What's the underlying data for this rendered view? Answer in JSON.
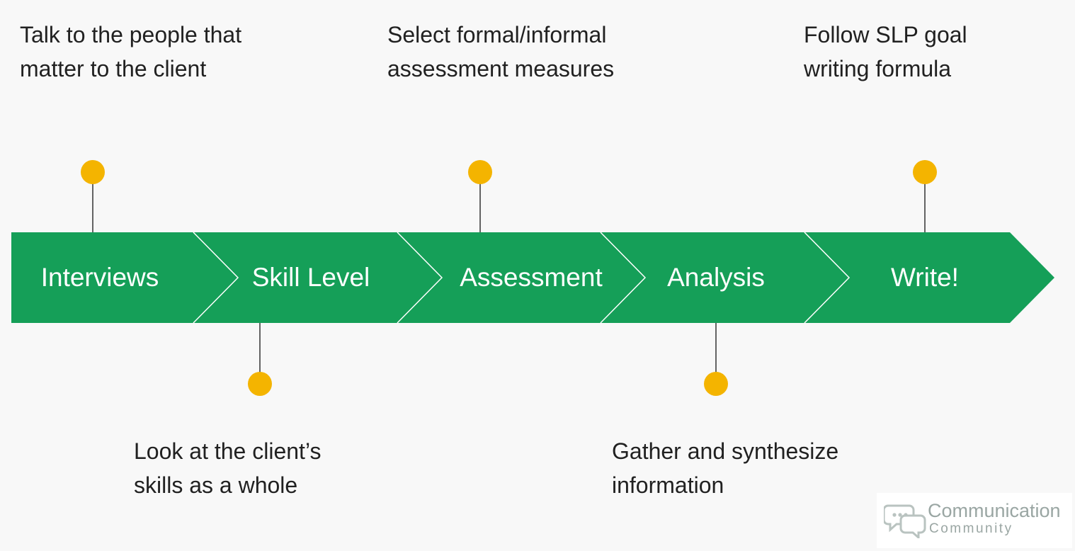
{
  "colors": {
    "arrow_fill": "#159f58",
    "separator": "#ffffff",
    "dot": "#f4b400",
    "connector": "#333333",
    "label_text": "#ffffff",
    "note_text": "#212121",
    "logo_text": "#9aa6a3"
  },
  "steps": [
    {
      "label": "Interviews",
      "note_lines": [
        "Talk to the people that",
        "matter to the client"
      ],
      "note_side": "top"
    },
    {
      "label": "Skill Level",
      "note_lines": [
        "Look at the client’s",
        "skills as a whole"
      ],
      "note_side": "bottom"
    },
    {
      "label": "Assessment",
      "note_lines": [
        "Select formal/informal",
        "assessment measures"
      ],
      "note_side": "top"
    },
    {
      "label": "Analysis",
      "note_lines": [
        "Gather and synthesize",
        "information"
      ],
      "note_side": "bottom"
    },
    {
      "label": "Write!",
      "note_lines": [
        "Follow SLP goal",
        "writing formula"
      ],
      "note_side": "top"
    }
  ],
  "logo": {
    "icon": "speech-bubbles-icon",
    "line1": "Communication",
    "line2": "Community"
  }
}
